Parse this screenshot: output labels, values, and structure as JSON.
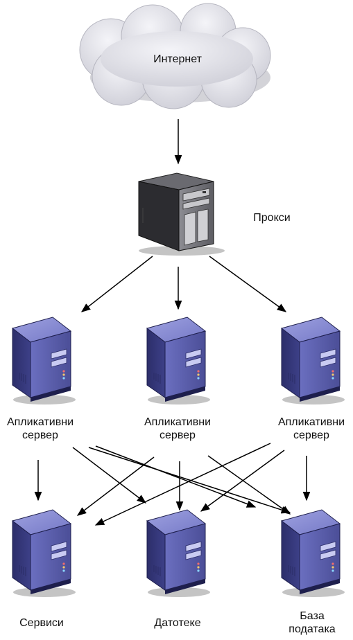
{
  "internet": {
    "label": "Интернет"
  },
  "proxy": {
    "label": "Прокси"
  },
  "app_servers": [
    {
      "line1": "Апликативни",
      "line2": "сервер"
    },
    {
      "line1": "Апликативни",
      "line2": "сервер"
    },
    {
      "line1": "Апликативни",
      "line2": "сервер"
    }
  ],
  "backends": [
    {
      "line1": "Сервиси",
      "line2": ""
    },
    {
      "line1": "Датотеке",
      "line2": ""
    },
    {
      "line1": "База",
      "line2": "података"
    }
  ],
  "colors": {
    "cloud": "#e3e3ea",
    "cloud_shadow": "#b9b9c2",
    "proxy_body": "#3a3a3e",
    "server_body": "#5c5fa8",
    "server_dark": "#2d2f6b",
    "arrow": "#000000"
  }
}
